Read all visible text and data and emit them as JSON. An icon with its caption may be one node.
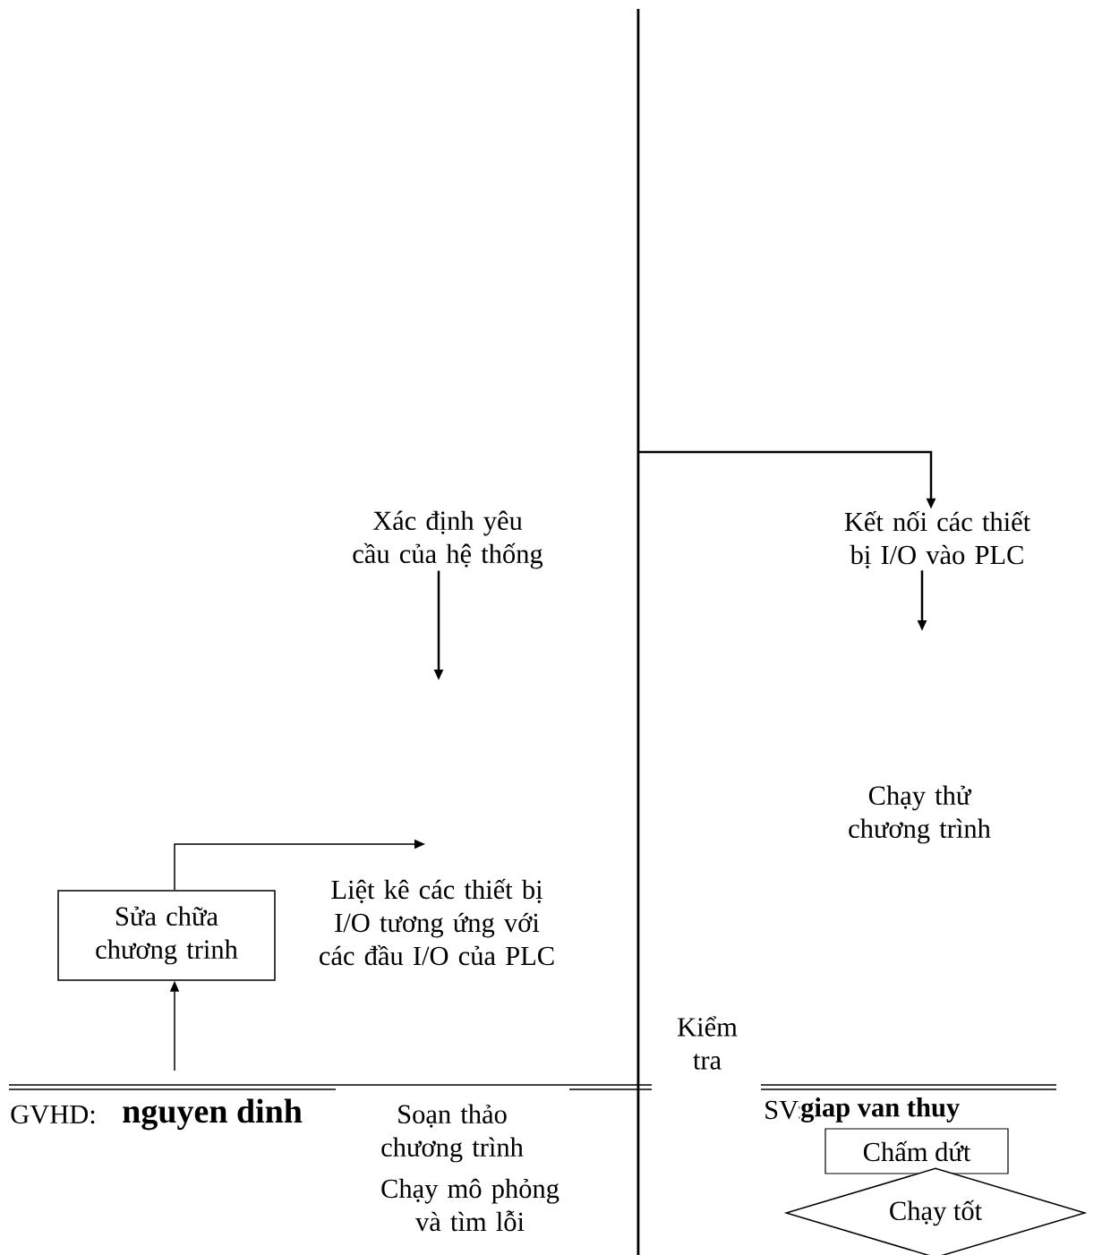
{
  "diagram": {
    "nodes": [
      {
        "text": [
          "Xác định yêu cầu của hệ thống"
        ]
      },
      {
        "text": [
          "Kết nối các thiết bị I/O vào PLC"
        ]
      },
      {
        "text": [
          "Sửa chữa chương trinh"
        ]
      },
      {
        "text": [
          "Chấm dứt"
        ]
      },
      {
        "text": [
          "Chạy tốt"
        ]
      }
    ],
    "edges": [
      {
        "from": 0,
        "to": null,
        "arrow": "to"
      },
      {
        "from": null,
        "to": 1,
        "arrow": "to"
      },
      {
        "from": 1,
        "to": null,
        "arrow": "to"
      },
      {
        "from": 2,
        "to": null,
        "arrow": "to"
      },
      {
        "from": null,
        "to": 2,
        "arrow": "to"
      }
    ],
    "labels": [
      "Chạy thử chương trình",
      "Liệt kê các thiết bị I/O tương ứng với các đầu I/O của PLC",
      "Kiểm tra",
      "GVHD:",
      "nguyen dinh",
      "Soạn thảo chương trình",
      "Chạy mô phỏng và tìm lỗi",
      "SV:",
      "giap van thuy"
    ]
  }
}
